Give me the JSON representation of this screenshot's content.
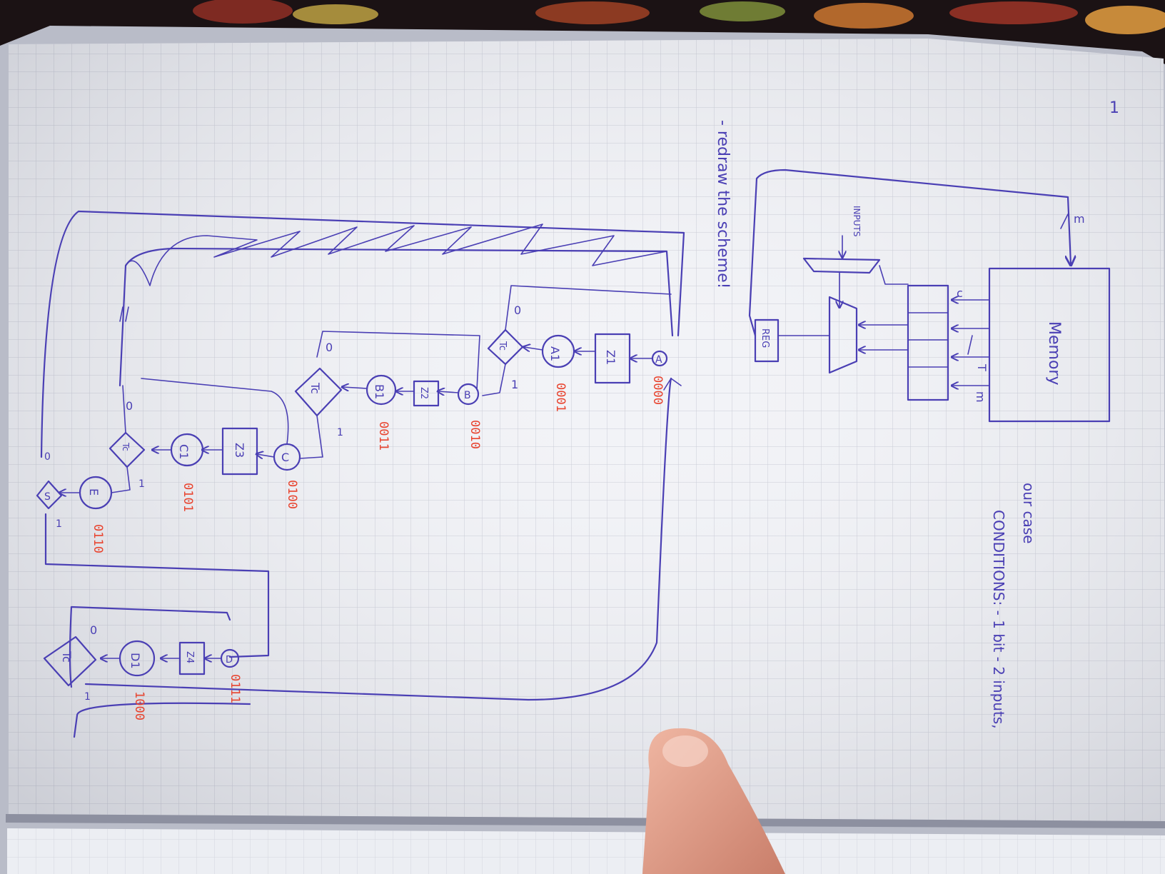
{
  "colors": {
    "ink": "#4a3fb4",
    "code_ink": "#e8442f",
    "paper": "#f2f3f7",
    "grid": "#c9cbd6",
    "carpet": "#1b1214"
  },
  "note": {
    "header_text": "- redraw the scheme!",
    "our_case": "our case",
    "conditions": "CONDITIONS: - 1 bit - 2 inputs,",
    "memory_label": "Memory",
    "reg_label": "REG",
    "inputs_label": "INPUTS",
    "bus_width_m": "m",
    "bus_width_c": "c",
    "bus_width_t": "T",
    "tick_mark": "1"
  },
  "fsm": {
    "states": [
      {
        "label": "A",
        "code": "0000"
      },
      {
        "label": "A1",
        "code": "0001"
      },
      {
        "label": "B",
        "code": "0010"
      },
      {
        "label": "B1",
        "code": "0011"
      },
      {
        "label": "C",
        "code": "0100"
      },
      {
        "label": "C1",
        "code": "0101"
      },
      {
        "label": "E",
        "code": "0110"
      },
      {
        "label": "D",
        "code": "0111"
      },
      {
        "label": "D1",
        "code": "1000"
      }
    ],
    "actions": [
      "Z1",
      "Z2",
      "Z3",
      "Z4"
    ],
    "conditions": [
      "Tc",
      "Tc",
      "Tc",
      "Tc",
      "S"
    ],
    "branch_one": "1",
    "branch_zero": "0"
  }
}
